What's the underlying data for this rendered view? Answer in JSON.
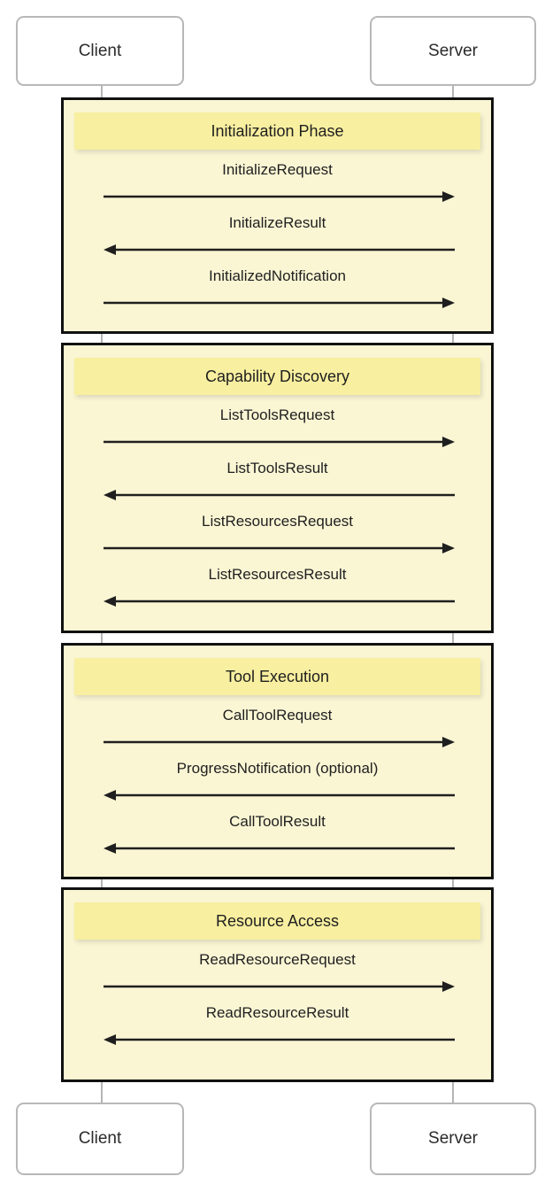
{
  "diagram": {
    "type": "sequence-diagram",
    "title": "",
    "participants": [
      {
        "id": "client",
        "label": "Client"
      },
      {
        "id": "server",
        "label": "Server"
      }
    ],
    "colors": {
      "block_fill": "#faf6d4",
      "block_border": "#111111",
      "label_fill": "#f8efa0",
      "participant_border": "#b8b8b8",
      "lifeline": "#b5b5b5",
      "arrow": "#1f1f1f",
      "text": "#1f1f1f",
      "background": "#ffffff"
    },
    "phases": [
      {
        "label": "Initialization Phase",
        "messages": [
          {
            "text": "InitializeRequest",
            "from": "client",
            "to": "server",
            "direction": "right"
          },
          {
            "text": "InitializeResult",
            "from": "server",
            "to": "client",
            "direction": "left"
          },
          {
            "text": "InitializedNotification",
            "from": "client",
            "to": "server",
            "direction": "right"
          }
        ]
      },
      {
        "label": "Capability Discovery",
        "messages": [
          {
            "text": "ListToolsRequest",
            "from": "client",
            "to": "server",
            "direction": "right"
          },
          {
            "text": "ListToolsResult",
            "from": "server",
            "to": "client",
            "direction": "left"
          },
          {
            "text": "ListResourcesRequest",
            "from": "client",
            "to": "server",
            "direction": "right"
          },
          {
            "text": "ListResourcesResult",
            "from": "server",
            "to": "client",
            "direction": "left"
          }
        ]
      },
      {
        "label": "Tool Execution",
        "messages": [
          {
            "text": "CallToolRequest",
            "from": "client",
            "to": "server",
            "direction": "right"
          },
          {
            "text": "ProgressNotification (optional)",
            "from": "server",
            "to": "client",
            "direction": "left"
          },
          {
            "text": "CallToolResult",
            "from": "server",
            "to": "client",
            "direction": "left"
          }
        ]
      },
      {
        "label": "Resource Access",
        "messages": [
          {
            "text": "ReadResourceRequest",
            "from": "client",
            "to": "server",
            "direction": "right"
          },
          {
            "text": "ReadResourceResult",
            "from": "server",
            "to": "client",
            "direction": "left"
          }
        ]
      }
    ]
  }
}
